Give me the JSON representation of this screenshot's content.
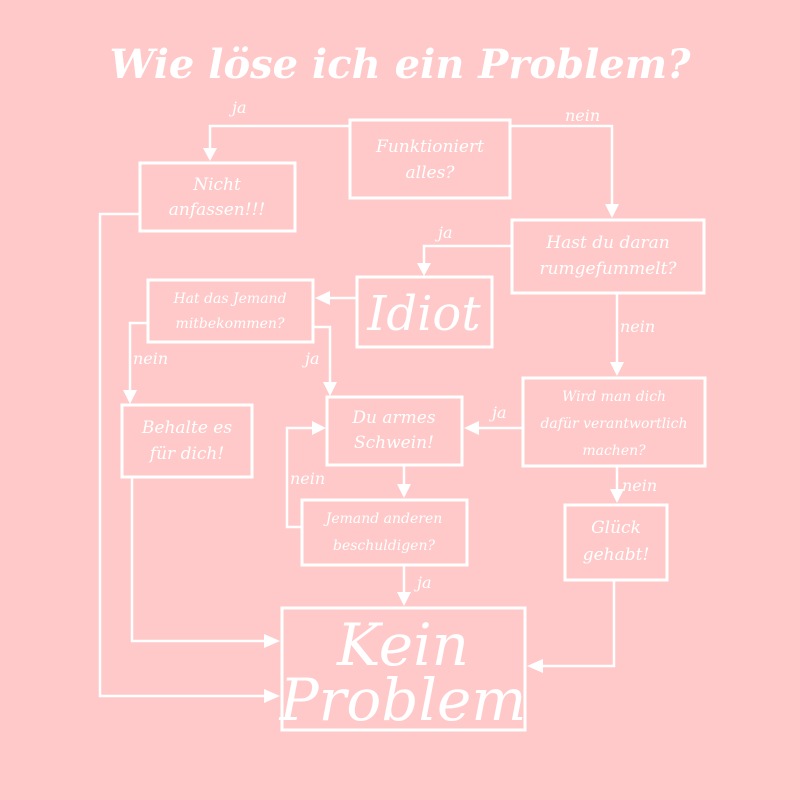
{
  "title": "Wie löse ich ein Problem?",
  "colors": {
    "background": "#ffc9c9",
    "foreground": "#ffffff"
  },
  "nodes": {
    "funktioniert": [
      "Funktioniert",
      "alles?"
    ],
    "nicht_anfassen": [
      "Nicht",
      "anfassen!!!"
    ],
    "rumgefummelt": [
      "Hast du daran",
      "rumgefummelt?"
    ],
    "idiot": [
      "Idiot"
    ],
    "jemand_mitbekommen": [
      "Hat das Jemand",
      "mitbekommen?"
    ],
    "verantwortlich": [
      "Wird man dich",
      "dafür verantwortlich",
      "machen?"
    ],
    "armes_schwein": [
      "Du armes",
      "Schwein!"
    ],
    "behalte": [
      "Behalte es",
      "für dich!"
    ],
    "beschuldigen": [
      "Jemand anderen",
      "beschuldigen?"
    ],
    "glueck": [
      "Glück",
      "gehabt!"
    ],
    "kein_problem": [
      "Kein",
      "Problem"
    ]
  },
  "edge_labels": {
    "funktioniert_ja": "ja",
    "funktioniert_nein": "nein",
    "rumgefummelt_ja": "ja",
    "rumgefummelt_nein": "nein",
    "mitbekommen_nein": "nein",
    "mitbekommen_ja": "ja",
    "verantwortlich_ja": "ja",
    "verantwortlich_nein": "nein",
    "schwein_nein": "nein",
    "beschuldigen_ja": "ja"
  }
}
